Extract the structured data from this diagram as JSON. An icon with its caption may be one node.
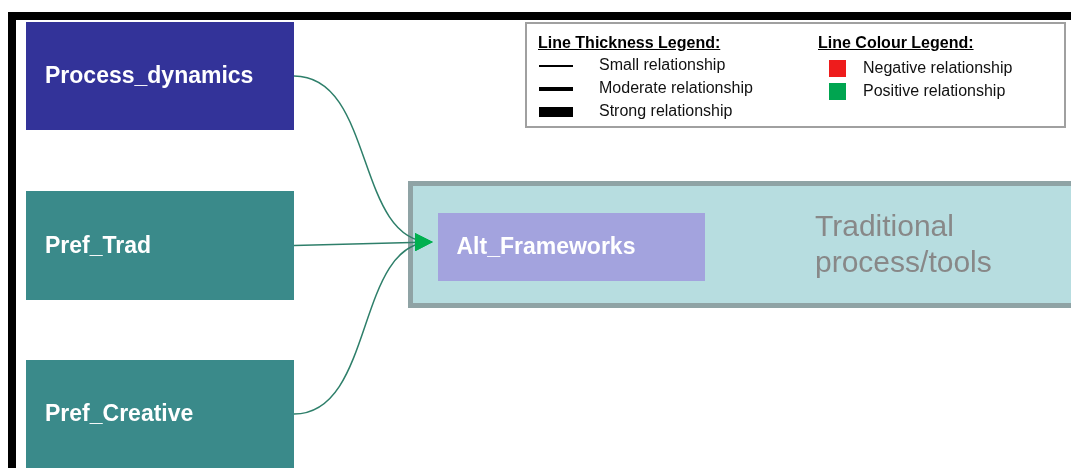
{
  "diagram": {
    "nodes": [
      {
        "text": [
          "Process_dynamics"
        ]
      },
      {
        "text": [
          "Pref_Trad"
        ]
      },
      {
        "text": [
          "Pref_Creative"
        ]
      },
      {
        "text": [
          "Traditional process/tools"
        ]
      },
      {
        "text": [
          "Alt_Frameworks"
        ],
        "in": 3
      }
    ],
    "edges": [
      {
        "from": 0,
        "to": 4,
        "arrow": "to"
      },
      {
        "from": 1,
        "to": 4,
        "arrow": "to"
      },
      {
        "from": 2,
        "to": 4,
        "arrow": "to"
      }
    ],
    "labels": [
      "Line Thickness Legend:",
      "Line Colour Legend:"
    ],
    "legend": [
      {
        "text": "Small relationship"
      },
      {
        "text": "Moderate relationship"
      },
      {
        "text": "Strong relationship"
      },
      {
        "text": "Negative relationship",
        "color": "#ee1c1c"
      },
      {
        "text": "Positive relationship",
        "color": "#00a550"
      }
    ]
  }
}
